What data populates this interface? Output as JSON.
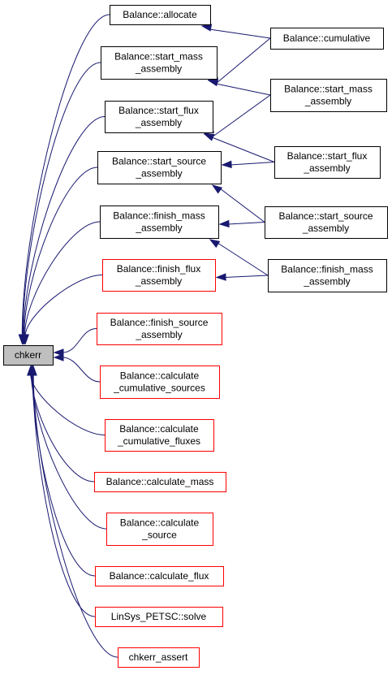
{
  "colors": {
    "edge": "#191970",
    "black_border": "#000000",
    "red_border": "#ff0000",
    "root_fill": "#bfbfbf"
  },
  "nodes": [
    {
      "id": "chkerr",
      "lines": [
        "chkerr"
      ],
      "style": "root"
    },
    {
      "id": "allocate",
      "lines": [
        "Balance::allocate"
      ],
      "style": "black"
    },
    {
      "id": "start_mass",
      "lines": [
        "Balance::start_mass",
        "_assembly"
      ],
      "style": "black"
    },
    {
      "id": "start_flux",
      "lines": [
        "Balance::start_flux",
        "_assembly"
      ],
      "style": "black"
    },
    {
      "id": "start_source",
      "lines": [
        "Balance::start_source",
        "_assembly"
      ],
      "style": "black"
    },
    {
      "id": "finish_mass",
      "lines": [
        "Balance::finish_mass",
        "_assembly"
      ],
      "style": "black"
    },
    {
      "id": "finish_flux",
      "lines": [
        "Balance::finish_flux",
        "_assembly"
      ],
      "style": "red"
    },
    {
      "id": "finish_source",
      "lines": [
        "Balance::finish_source",
        "_assembly"
      ],
      "style": "red"
    },
    {
      "id": "calc_cum_sources",
      "lines": [
        "Balance::calculate",
        "_cumulative_sources"
      ],
      "style": "red"
    },
    {
      "id": "calc_cum_fluxes",
      "lines": [
        "Balance::calculate",
        "_cumulative_fluxes"
      ],
      "style": "red"
    },
    {
      "id": "calc_mass",
      "lines": [
        "Balance::calculate_mass"
      ],
      "style": "red"
    },
    {
      "id": "calc_source",
      "lines": [
        "Balance::calculate",
        "_source"
      ],
      "style": "red"
    },
    {
      "id": "calc_flux",
      "lines": [
        "Balance::calculate_flux"
      ],
      "style": "red"
    },
    {
      "id": "linsys",
      "lines": [
        "LinSys_PETSC::solve"
      ],
      "style": "red"
    },
    {
      "id": "chkerr_assert",
      "lines": [
        "chkerr_assert"
      ],
      "style": "red"
    },
    {
      "id": "cumulative",
      "lines": [
        "Balance::cumulative"
      ],
      "style": "black"
    },
    {
      "id": "r_start_mass",
      "lines": [
        "Balance::start_mass",
        "_assembly"
      ],
      "style": "black"
    },
    {
      "id": "r_start_flux",
      "lines": [
        "Balance::start_flux",
        "_assembly"
      ],
      "style": "black"
    },
    {
      "id": "r_start_source",
      "lines": [
        "Balance::start_source",
        "_assembly"
      ],
      "style": "black"
    },
    {
      "id": "r_finish_mass",
      "lines": [
        "Balance::finish_mass",
        "_assembly"
      ],
      "style": "black"
    }
  ],
  "edges": [
    {
      "from": "allocate",
      "to": "chkerr"
    },
    {
      "from": "start_mass",
      "to": "chkerr"
    },
    {
      "from": "start_flux",
      "to": "chkerr"
    },
    {
      "from": "start_source",
      "to": "chkerr"
    },
    {
      "from": "finish_mass",
      "to": "chkerr"
    },
    {
      "from": "finish_flux",
      "to": "chkerr"
    },
    {
      "from": "finish_source",
      "to": "chkerr"
    },
    {
      "from": "calc_cum_sources",
      "to": "chkerr"
    },
    {
      "from": "calc_cum_fluxes",
      "to": "chkerr"
    },
    {
      "from": "calc_mass",
      "to": "chkerr"
    },
    {
      "from": "calc_source",
      "to": "chkerr"
    },
    {
      "from": "calc_flux",
      "to": "chkerr"
    },
    {
      "from": "linsys",
      "to": "chkerr"
    },
    {
      "from": "chkerr_assert",
      "to": "chkerr"
    },
    {
      "from": "cumulative",
      "to": "allocate"
    },
    {
      "from": "cumulative",
      "to": "start_mass"
    },
    {
      "from": "r_start_mass",
      "to": "start_mass"
    },
    {
      "from": "r_start_mass",
      "to": "start_flux"
    },
    {
      "from": "r_start_flux",
      "to": "start_flux"
    },
    {
      "from": "r_start_flux",
      "to": "start_source"
    },
    {
      "from": "r_start_source",
      "to": "start_source"
    },
    {
      "from": "r_start_source",
      "to": "finish_mass"
    },
    {
      "from": "r_finish_mass",
      "to": "finish_mass"
    },
    {
      "from": "r_finish_mass",
      "to": "finish_flux"
    }
  ]
}
